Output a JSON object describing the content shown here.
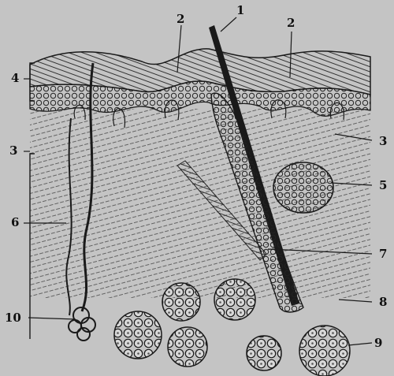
{
  "figure": {
    "type": "engraved cross-section illustration of skin",
    "palette": {
      "ink": "#1a1a1a",
      "paper": "#c4c4c4",
      "shade": "#9a9a9a"
    }
  },
  "labels": {
    "l1": "1",
    "l2a": "2",
    "l2b": "2",
    "l3a": "3",
    "l3b": "3",
    "l4": "4",
    "l5": "5",
    "l6": "6",
    "l7": "7",
    "l8": "8",
    "l9": "9",
    "l10": "10"
  }
}
